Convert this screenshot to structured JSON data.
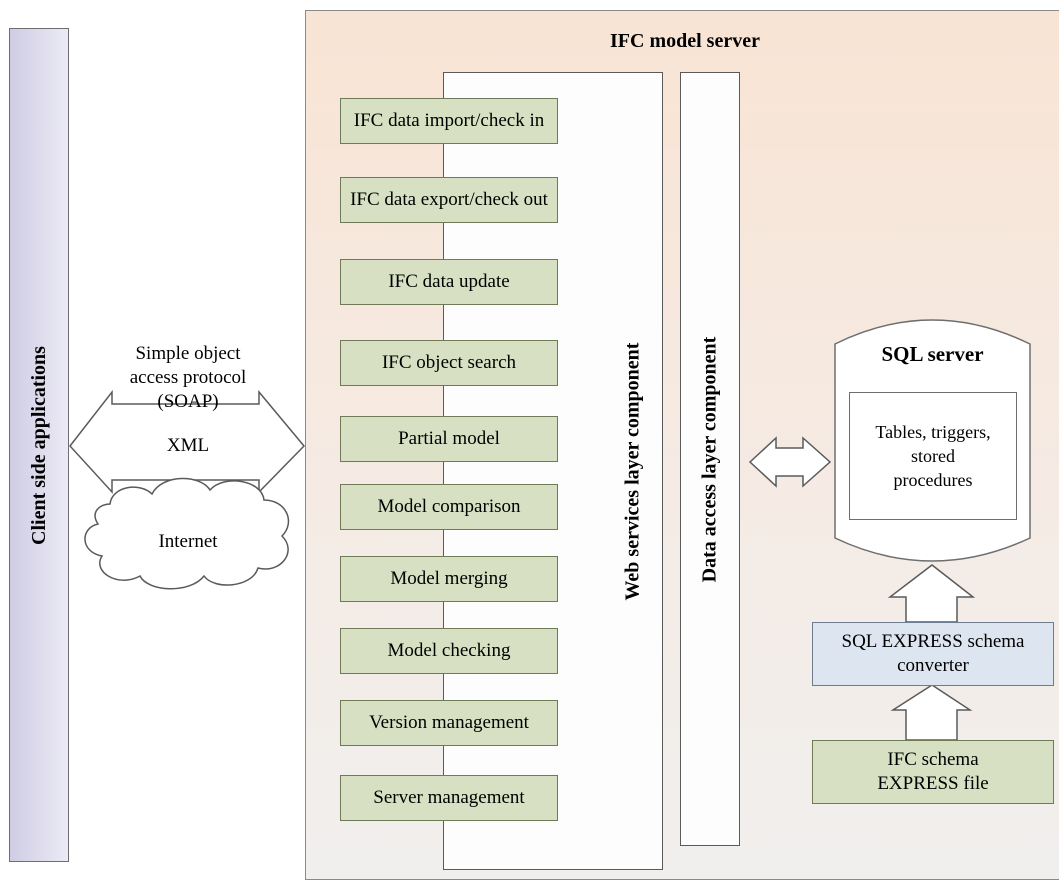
{
  "client": {
    "label": "Client side applications"
  },
  "server": {
    "title": "IFC model server",
    "web_services_label": "Web services layer component",
    "data_access_label": "Data access layer component",
    "components": [
      "IFC data import/check in",
      "IFC data export/check out",
      "IFC data update",
      "IFC object search",
      "Partial model",
      "Model comparison",
      "Model merging",
      "Model checking",
      "Version management",
      "Server management"
    ]
  },
  "connection": {
    "protocol_line1": "Simple object",
    "protocol_line2": "access protocol",
    "protocol_line3": "(SOAP)",
    "format": "XML",
    "network": "Internet"
  },
  "database": {
    "title": "SQL server",
    "contents_line1": "Tables, triggers,",
    "contents_line2": "stored",
    "contents_line3": "procedures"
  },
  "converter": {
    "line1": "SQL EXPRESS schema",
    "line2": "converter"
  },
  "schema_file": {
    "line1": "IFC schema",
    "line2": "EXPRESS file"
  },
  "colors": {
    "component_fill": "#d7e0c2",
    "converter_fill": "#dde6f0",
    "server_bg": "#f8e4d4",
    "client_bar": "#cfcde3"
  }
}
